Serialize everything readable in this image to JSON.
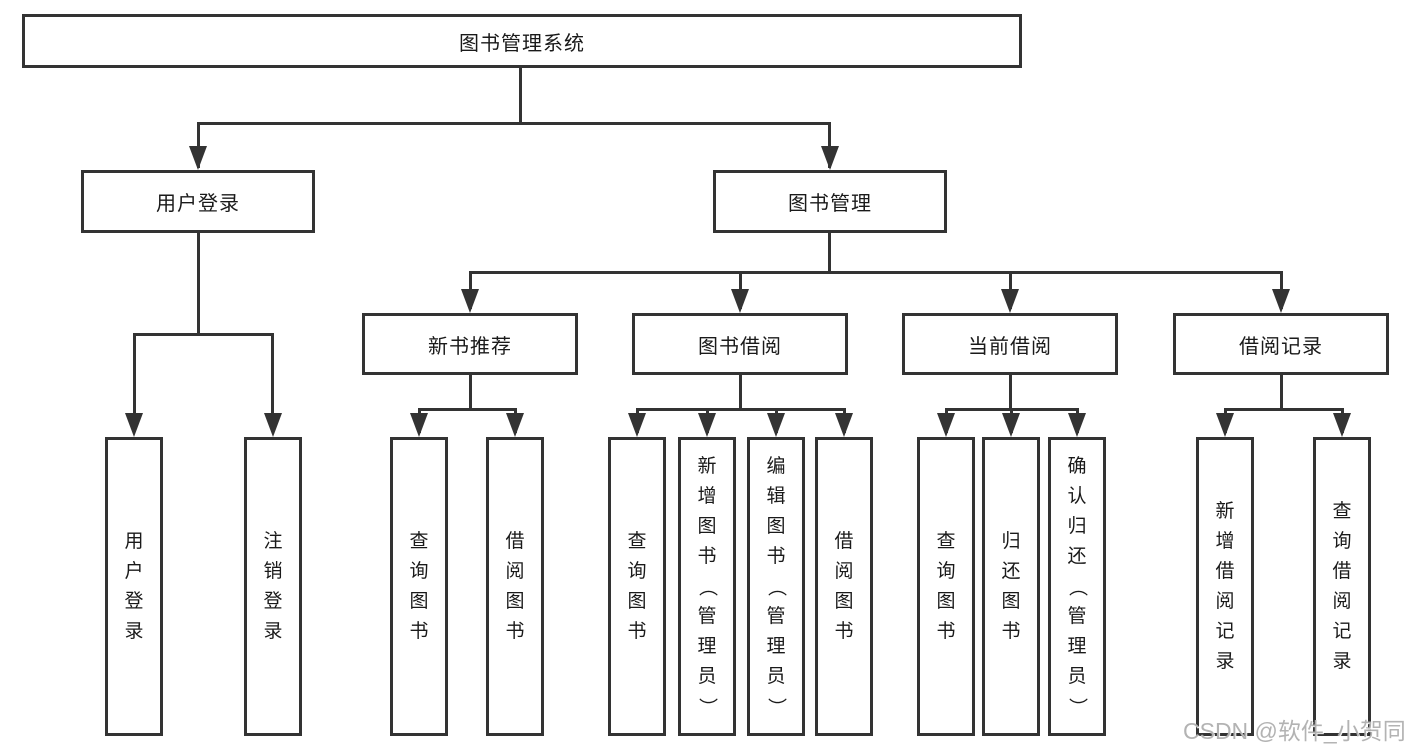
{
  "diagram": {
    "watermark": "CSDN @软件_小贺同学",
    "colors": {
      "line": "#333333",
      "box_border": "#333333",
      "box_background": "#ffffff",
      "text": "#1a1a1a",
      "watermark": "#afafaf"
    },
    "tree": {
      "root": {
        "label": "图书管理系统",
        "children": [
          {
            "label": "用户登录",
            "children": [
              {
                "label": "用户登录"
              },
              {
                "label": "注销登录"
              }
            ]
          },
          {
            "label": "图书管理",
            "children": [
              {
                "label": "新书推荐",
                "children": [
                  {
                    "label": "查询图书"
                  },
                  {
                    "label": "借阅图书"
                  }
                ]
              },
              {
                "label": "图书借阅",
                "children": [
                  {
                    "label": "查询图书"
                  },
                  {
                    "label": "新增图书（管理员）"
                  },
                  {
                    "label": "编辑图书（管理员）"
                  },
                  {
                    "label": "借阅图书"
                  }
                ]
              },
              {
                "label": "当前借阅",
                "children": [
                  {
                    "label": "查询图书"
                  },
                  {
                    "label": "归还图书"
                  },
                  {
                    "label": "确认归还（管理员）"
                  }
                ]
              },
              {
                "label": "借阅记录",
                "children": [
                  {
                    "label": "新增借阅记录"
                  },
                  {
                    "label": "查询借阅记录"
                  }
                ]
              }
            ]
          }
        ]
      }
    }
  }
}
